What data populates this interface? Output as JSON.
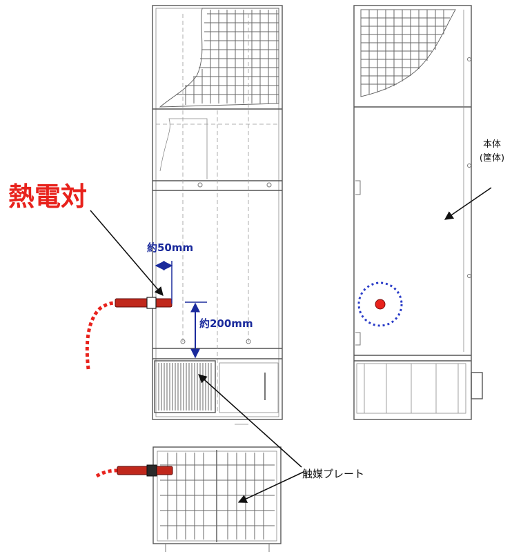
{
  "labels": {
    "thermocouple": "熱電対",
    "dim_50": "約50mm",
    "dim_200": "約200mm",
    "body_line1": "本体",
    "body_line2": "(筐体)",
    "catalyst_plate": "触媒プレート"
  },
  "colors": {
    "accent_red": "#e8221c",
    "dimension_blue": "#1a2a9c",
    "thermocouple_body": "#c0281c",
    "marker_circle": "#2a3cc8"
  }
}
